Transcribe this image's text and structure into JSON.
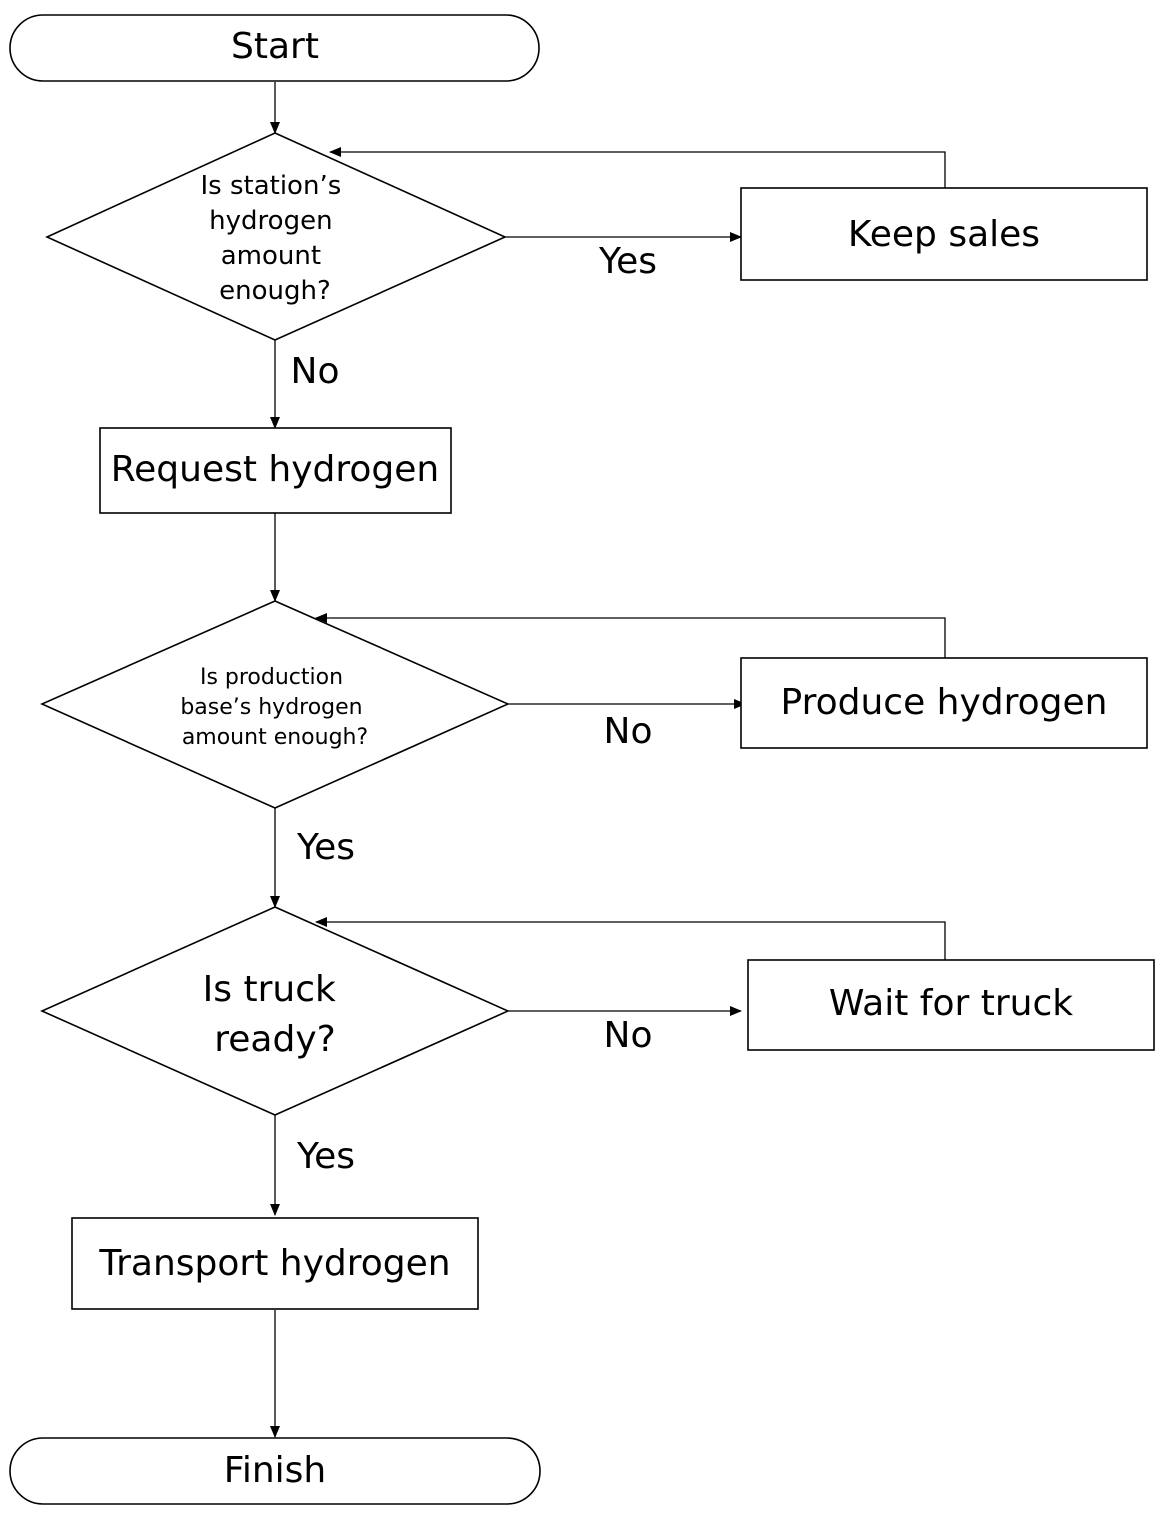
{
  "nodes": {
    "start": "Start",
    "decision_station": [
      "Is station’s",
      "hydrogen",
      "amount",
      "enough?"
    ],
    "keep_sales": "Keep sales",
    "request_hydrogen": "Request hydrogen",
    "decision_production": [
      "Is production",
      "base’s hydrogen",
      "amount enough?"
    ],
    "produce_hydrogen": "Produce hydrogen",
    "decision_truck": [
      "Is truck",
      "ready?"
    ],
    "wait_for_truck": "Wait for truck",
    "transport_hydrogen": "Transport hydrogen",
    "finish": "Finish"
  },
  "edge_labels": {
    "station_yes": "Yes",
    "station_no": "No",
    "production_no": "No",
    "production_yes": "Yes",
    "truck_no": "No",
    "truck_yes": "Yes"
  }
}
